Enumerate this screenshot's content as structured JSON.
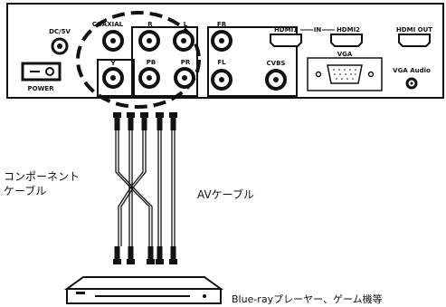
{
  "panel": {
    "labels": {
      "dc": "DC/5V",
      "power": "POWER",
      "coaxial": "COAXIAL",
      "r": "R",
      "l": "L",
      "y": "Y",
      "pb": "PB",
      "pr": "PR",
      "fr": "FR",
      "fl": "FL",
      "cvbs": "CVBS",
      "hdmi_in_1": "HDMI1",
      "in": "IN",
      "hdmi_in_2": "HDMI2",
      "hdmi_out": "HDMI OUT",
      "vga": "VGA",
      "vga_audio": "VGA Audio"
    }
  },
  "captions": {
    "component_line1": "コンポーネント",
    "component_line2": "ケーブル",
    "av_cable": "AVケーブル",
    "device": "Blue-rayプレーヤー、ゲーム機等"
  }
}
